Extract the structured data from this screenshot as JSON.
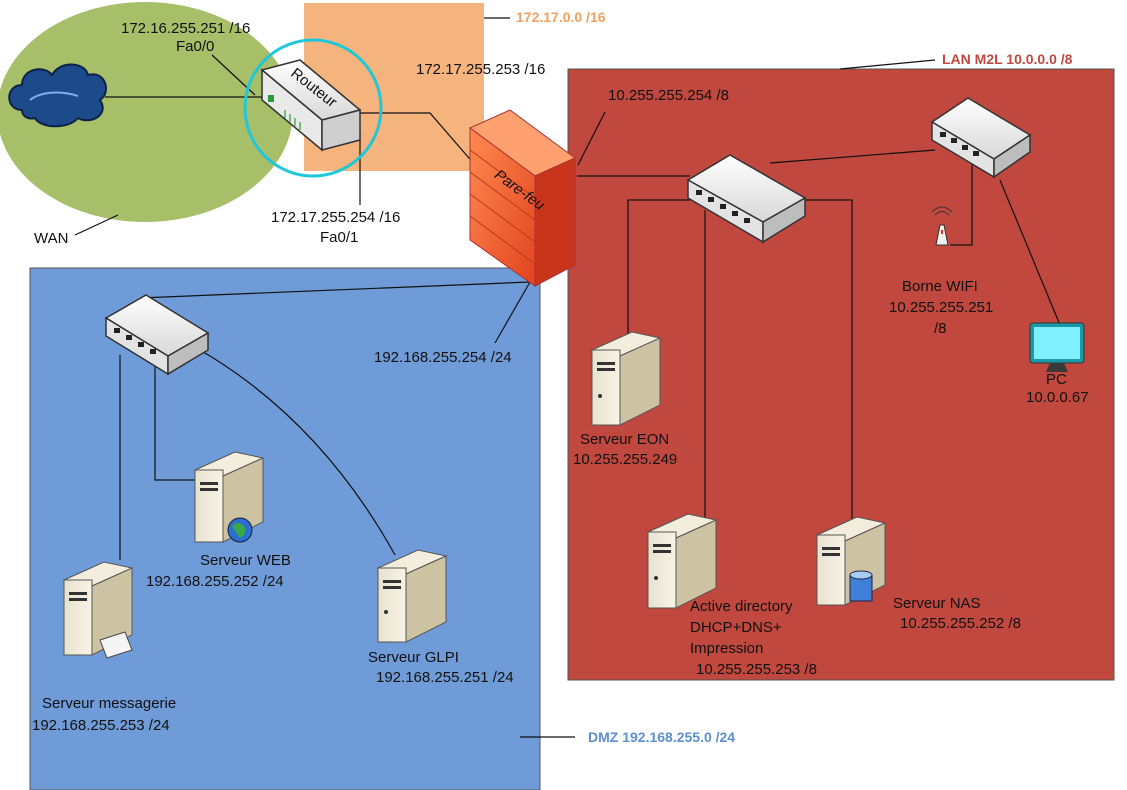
{
  "colors": {
    "wan": "#a8bf6a",
    "transit": "#f5b47e",
    "lan": "#c0483e",
    "dmz": "#6f9bd8",
    "lan_label": "#c0483e",
    "transit_label": "#f0a060",
    "dmz_label": "#5b8fd0",
    "router_highlight": "#1ec8d8"
  },
  "zones": {
    "transit": "172.17.0.0 /16",
    "lan": "LAN M2L  10.0.0.0 /8",
    "dmz": "DMZ 192.168.255.0 /24",
    "wan": "WAN"
  },
  "router": {
    "name": "Routeur",
    "wan_ip": "172.16.255.251 /16",
    "wan_if": "Fa0/0",
    "lan_ip": "172.17.255.254 /16",
    "lan_if": "Fa0/1"
  },
  "firewall": {
    "name": "Pare-feu",
    "ip_transit": "172.17.255.253 /16",
    "ip_lan": "10.255.255.254 /8",
    "ip_dmz": "192.168.255.254 /24"
  },
  "lan_devices": {
    "wifi": {
      "name": "Borne WIFI",
      "ip": "10.255.255.251",
      "mask": "/8"
    },
    "pc": {
      "name": "PC",
      "ip": "10.0.0.67"
    },
    "eon": {
      "name": "Serveur EON",
      "ip": "10.255.255.249"
    },
    "ad": {
      "line1": "Active directory",
      "line2": "DHCP+DNS+",
      "line3": "Impression",
      "ip": "10.255.255.253 /8"
    },
    "nas": {
      "name": "Serveur NAS",
      "ip": "10.255.255.252 /8"
    }
  },
  "dmz_devices": {
    "web": {
      "name": "Serveur WEB",
      "ip": "192.168.255.252 /24"
    },
    "glpi": {
      "name": "Serveur GLPI",
      "ip": "192.168.255.251 /24"
    },
    "mail": {
      "name": "Serveur messagerie",
      "ip": "192.168.255.253 /24"
    }
  }
}
